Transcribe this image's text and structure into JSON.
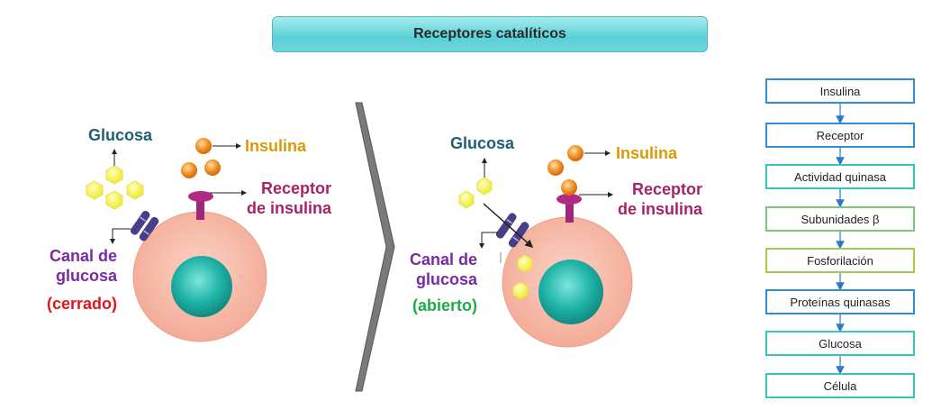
{
  "title": "Receptores catalíticos",
  "left_panel": {
    "glucosa": "Glucosa",
    "insulina": "Insulina",
    "receptor_line1": "Receptor",
    "receptor_line2": "de insulina",
    "canal_line1": "Canal de",
    "canal_line2": "glucosa",
    "canal_state": "(cerrado)"
  },
  "right_panel": {
    "glucosa": "Glucosa",
    "insulina": "Insulina",
    "receptor_line1": "Receptor",
    "receptor_line2": "de insulina",
    "canal_line1": "Canal de",
    "canal_line2": "glucosa",
    "canal_state": "(abierto)"
  },
  "flowchart": [
    {
      "label": "Insulina",
      "color": "#2e8fd4"
    },
    {
      "label": "Receptor",
      "color": "#2e8fd4"
    },
    {
      "label": "Actividad quinasa",
      "color": "#35c7b9"
    },
    {
      "label": "Subunidades β",
      "color": "#7bc67a"
    },
    {
      "label": "Fosforilación",
      "color": "#a3c94f"
    },
    {
      "label": "Proteínas quinasas",
      "color": "#2e8fd4"
    },
    {
      "label": "Glucosa",
      "color": "#35c7b9"
    },
    {
      "label": "Célula",
      "color": "#35c7b9"
    }
  ],
  "colors": {
    "cell": "#f6b7a3",
    "nucleus": "#1fb3a7",
    "glucose": "#f5f23d",
    "insulin": "#f08a22",
    "receptor": "#a0267a",
    "channel": "#4a3f86"
  }
}
